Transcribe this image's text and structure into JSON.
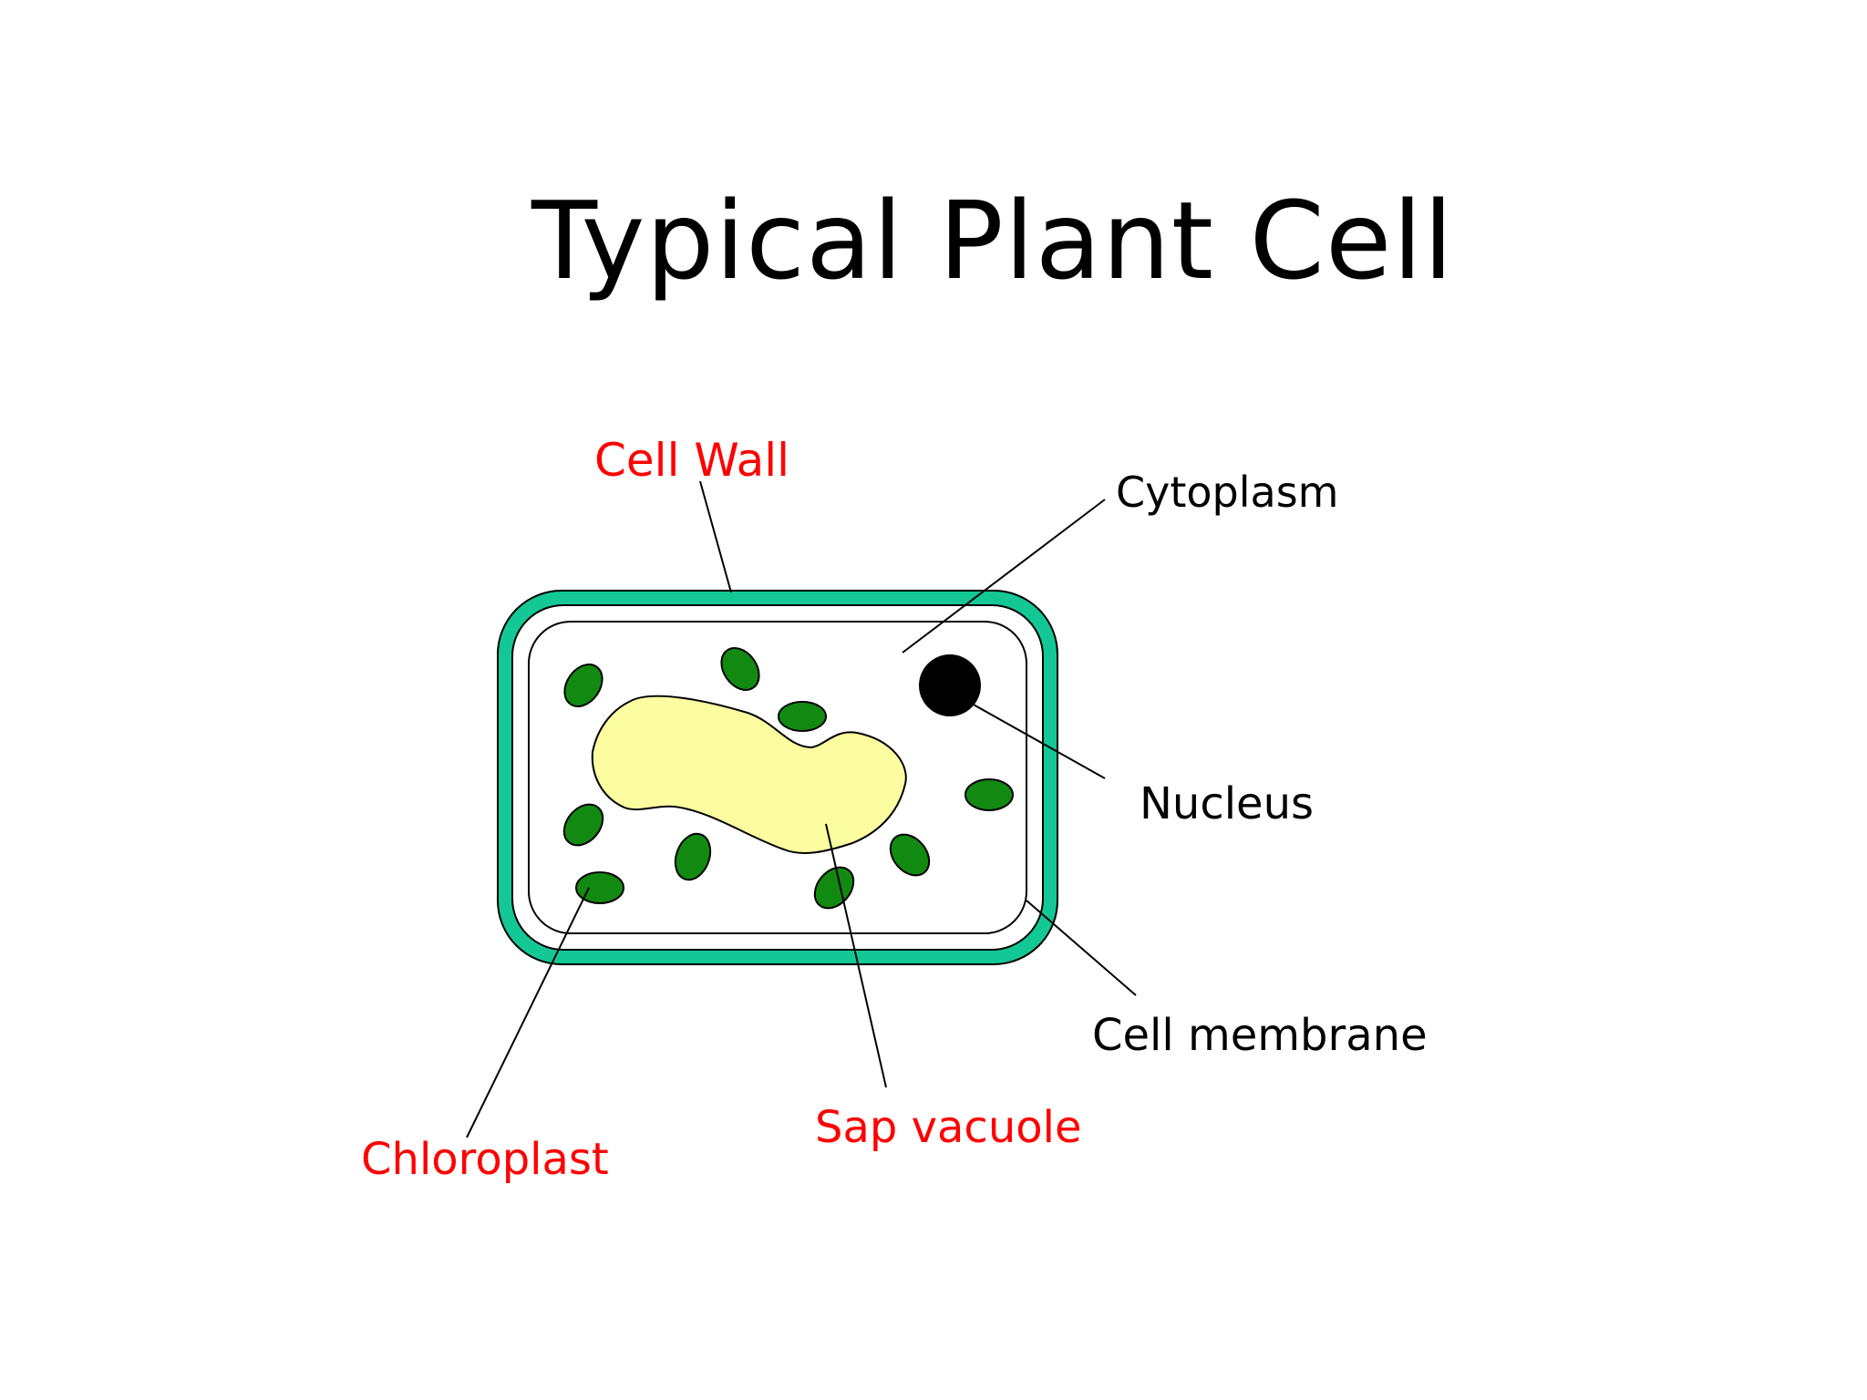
{
  "title": "Typical Plant Cell",
  "colors": {
    "background": "#ffffff",
    "cell_wall": "#14c896",
    "chloroplast": "#128a12",
    "sap_vacuole": "#fcfca0",
    "nucleus": "#000000",
    "red_label": "#ff0000",
    "black_label": "#000000"
  },
  "labels": {
    "cell_wall": "Cell Wall",
    "cytoplasm": "Cytoplasm",
    "nucleus": "Nucleus",
    "cell_membrane": "Cell membrane",
    "sap_vacuole": "Sap vacuole",
    "chloroplast": "Chloroplast"
  }
}
